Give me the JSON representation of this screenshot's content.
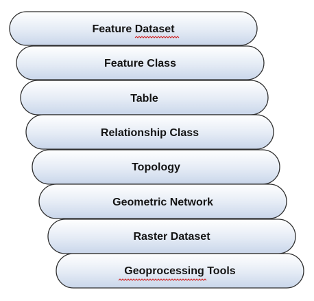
{
  "items": [
    {
      "label": "Feature Dataset"
    },
    {
      "label": "Feature Class"
    },
    {
      "label": "Table"
    },
    {
      "label": "Relationship Class"
    },
    {
      "label": "Topology"
    },
    {
      "label": "Geometric Network"
    },
    {
      "label": "Raster Dataset"
    },
    {
      "label": "Geoprocessing Tools"
    }
  ],
  "colors": {
    "fill_top": "#ffffff",
    "fill_bottom": "#c9d6ea",
    "stroke": "#2e2e2e",
    "text": "#141414",
    "spellcheck_underline": "#d02020"
  }
}
